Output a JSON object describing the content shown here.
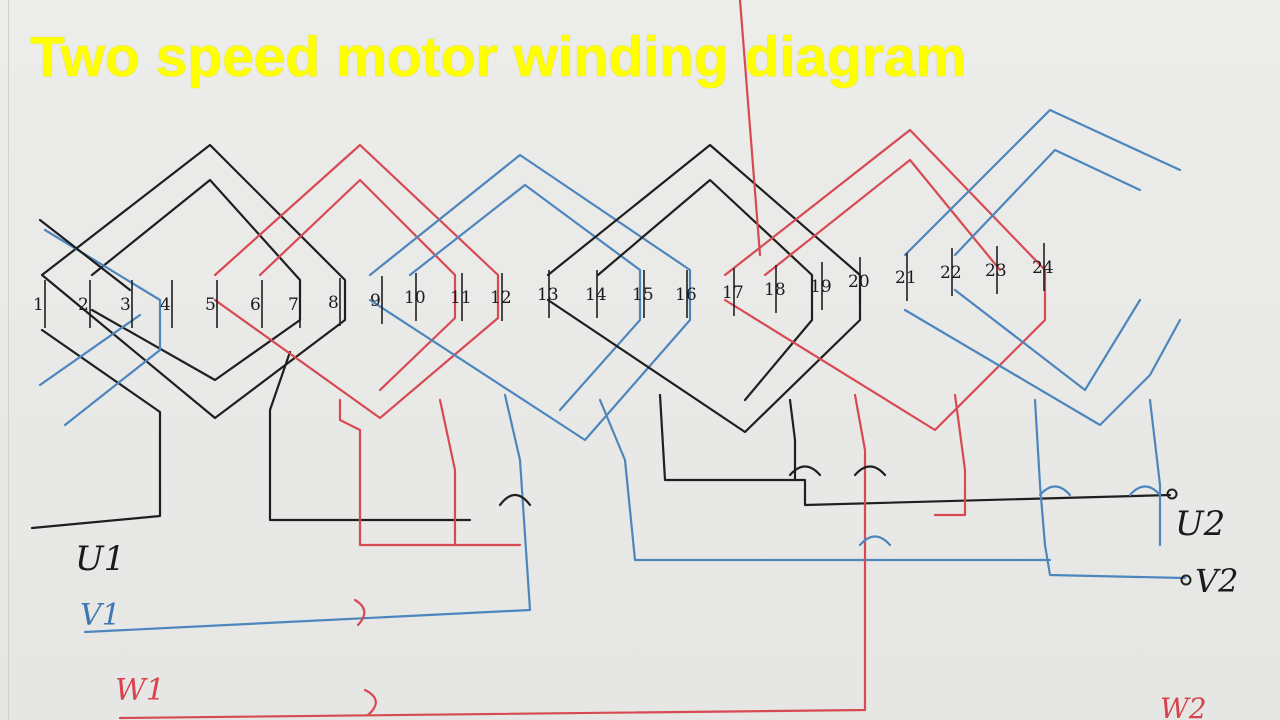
{
  "title": "Two speed motor winding diagram",
  "slots": [
    "1",
    "2",
    "3",
    "4",
    "5",
    "6",
    "7",
    "8",
    "9",
    "10",
    "11",
    "12",
    "13",
    "14",
    "15",
    "16",
    "17",
    "18",
    "19",
    "20",
    "21",
    "22",
    "23",
    "24"
  ],
  "terminals": {
    "u1": "U1",
    "v1": "V1",
    "w1": "W1",
    "u2": "U2",
    "v2": "V2",
    "w2": "W2"
  },
  "colors": {
    "phase_u": "#1f1f1f",
    "phase_v": "#4d86bd",
    "phase_w": "#d84a52",
    "title": "#ffff00",
    "paper": "#e9e9e7"
  }
}
